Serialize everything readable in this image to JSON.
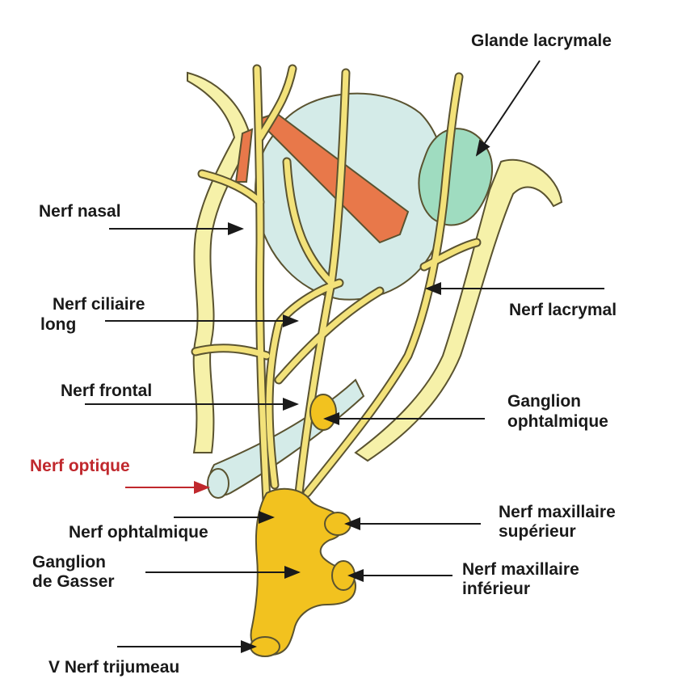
{
  "labels": {
    "glande_lacrymale": "Glande lacrymale",
    "nerf_nasal": "Nerf nasal",
    "nerf_ciliaire_long_1": "Nerf ciliaire",
    "nerf_ciliaire_long_2": "long",
    "nerf_lacrymal": "Nerf lacrymal",
    "nerf_frontal": "Nerf frontal",
    "ganglion_ophtalmique_1": "Ganglion",
    "ganglion_ophtalmique_2": "ophtalmique",
    "nerf_optique": "Nerf optique",
    "nerf_ophtalmique": "Nerf ophtalmique",
    "nerf_maxillaire_superieur_1": "Nerf maxillaire",
    "nerf_maxillaire_superieur_2": "supérieur",
    "ganglion_gasser_1": "Ganglion",
    "ganglion_gasser_2": "de Gasser",
    "nerf_maxillaire_inferieur_1": "Nerf maxillaire",
    "nerf_maxillaire_inferieur_2": "inférieur",
    "v_nerf_trijumeau": "V Nerf trijumeau"
  },
  "colors": {
    "nerve": "#f3e27a",
    "nerve_outline": "#5a5330",
    "bone": "#f6f1a9",
    "eyeball": "#d4ebe8",
    "gland": "#9fdcc0",
    "muscle": "#e8784a",
    "ganglion": "#f2c21f",
    "arrow": "#1a1a1a",
    "optic_label": "#c0282d"
  }
}
